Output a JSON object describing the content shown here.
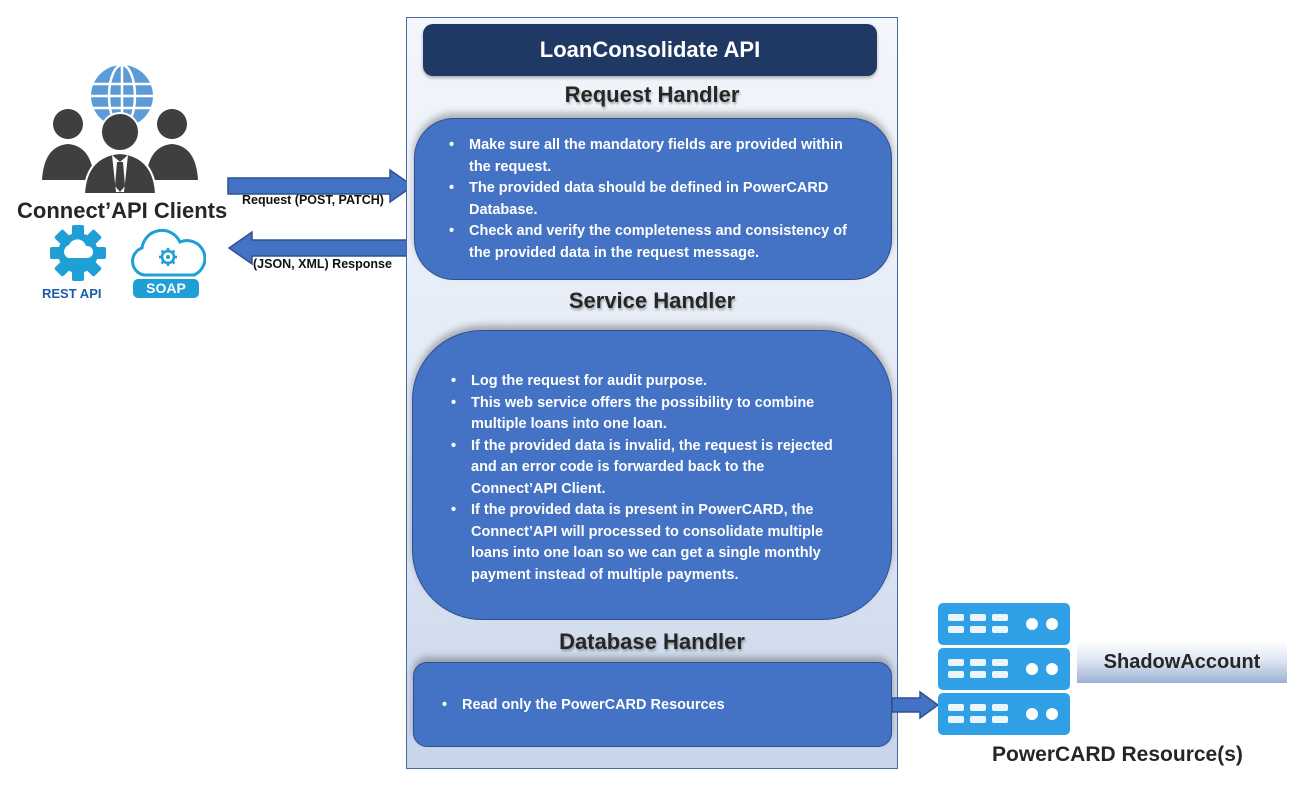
{
  "clients": {
    "title": "Connect’API Clients",
    "rest_label": "REST API",
    "soap_label": "SOAP"
  },
  "arrows": {
    "request_label": "Request (POST, PATCH)",
    "response_label": "(JSON, XML) Response"
  },
  "api": {
    "title": "LoanConsolidate  API",
    "request_handler": {
      "heading": "Request Handler",
      "items": [
        "Make sure all the mandatory fields are provided within the request.",
        "The provided data should be defined in PowerCARD Database.",
        "Check and verify the completeness and consistency of the provided data in the request message."
      ]
    },
    "service_handler": {
      "heading": "Service Handler",
      "items": [
        "Log the request for audit purpose.",
        "This web service offers the possibility to combine multiple loans into one loan.",
        " If the provided data is invalid, the request is rejected and an error code is forwarded back to the Connect’API Client.",
        "If the provided data is present in PowerCARD, the Connect’API will processed to consolidate multiple loans into one loan so we can get a single monthly payment instead of multiple payments."
      ]
    },
    "database_handler": {
      "heading": "Database Handler",
      "items": [
        "Read only the PowerCARD Resources"
      ]
    }
  },
  "resources": {
    "shadow_label": "ShadowAccount",
    "label": "PowerCARD Resource(s)"
  },
  "colors": {
    "box_fill": "#4472c4",
    "title_fill": "#203864",
    "icon_blue": "#1e9fd6",
    "server_blue": "#2f9fe6",
    "people_gray": "#3f3f3f"
  }
}
